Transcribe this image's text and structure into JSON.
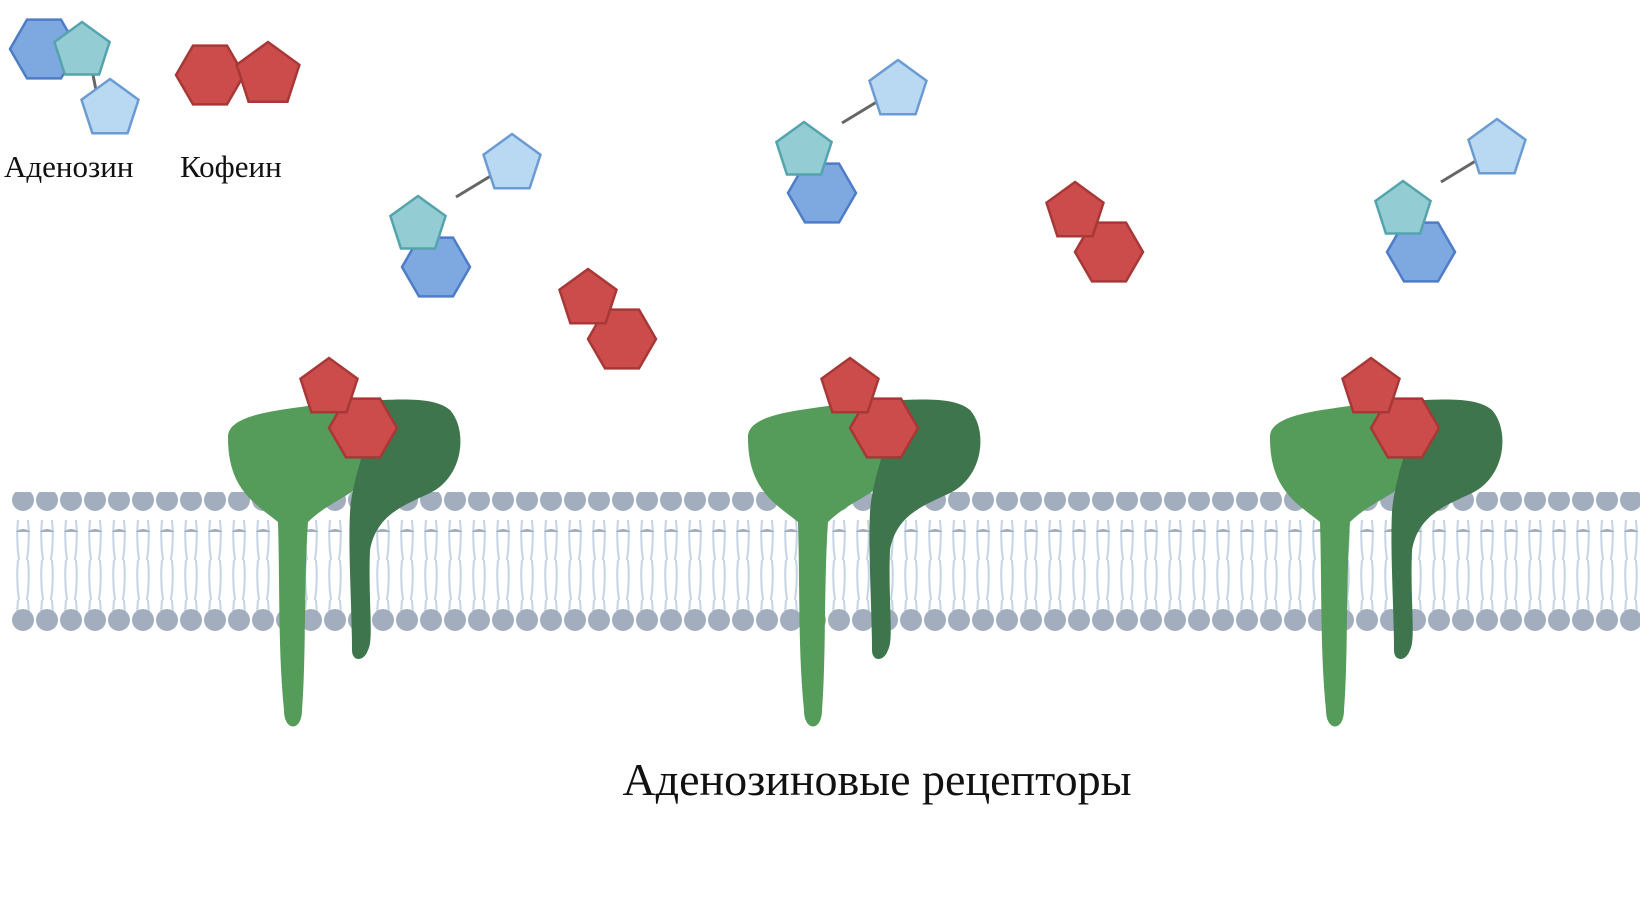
{
  "legend": {
    "adenosine_label": "Аденозин",
    "caffeine_label": "Кофеин"
  },
  "caption": "Аденозиновые рецепторы",
  "colors": {
    "hexagon_blue": "#7ea8e0",
    "pentagon_teal": "#93ccd2",
    "pentagon_light_blue": "#b9d9f3",
    "caffeine_red": "#cc4b4b",
    "receptor_light_green": "#559b5a",
    "receptor_dark_green": "#3e754c",
    "lipid_head": "#a2adbd",
    "lipid_tail": "#c5d4e4"
  },
  "diagram": {
    "receptor_count": 3,
    "bound_ligand": "Кофеин",
    "free_adenosine_count": 3,
    "free_caffeine_count": 2
  }
}
